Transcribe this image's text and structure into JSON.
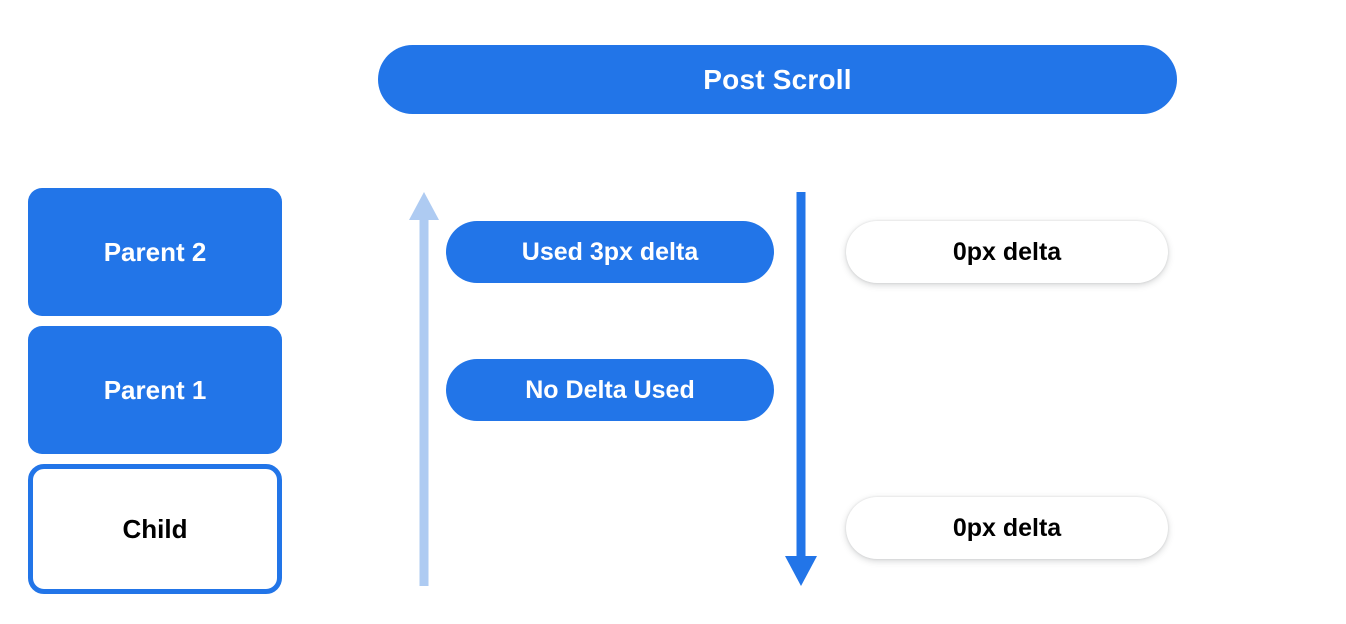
{
  "header": {
    "title": "Post Scroll"
  },
  "colors": {
    "blue": "#2275e8",
    "light_blue": "#aecbf2",
    "white": "#ffffff",
    "black": "#000000"
  },
  "node_stack": {
    "items": [
      {
        "label": "Parent 2",
        "style": "filled"
      },
      {
        "label": "Parent 1",
        "style": "filled"
      },
      {
        "label": "Child",
        "style": "outlined"
      }
    ]
  },
  "arrows": [
    {
      "name": "scroll-up-arrow",
      "direction": "up",
      "color": "#aecbf2"
    },
    {
      "name": "scroll-down-arrow",
      "direction": "down",
      "color": "#2275e8"
    }
  ],
  "middle_pills": [
    {
      "label": "Used 3px delta"
    },
    {
      "label": "No Delta Used"
    }
  ],
  "right_pills": [
    {
      "label": "0px delta"
    },
    {
      "label": "0px delta"
    }
  ]
}
